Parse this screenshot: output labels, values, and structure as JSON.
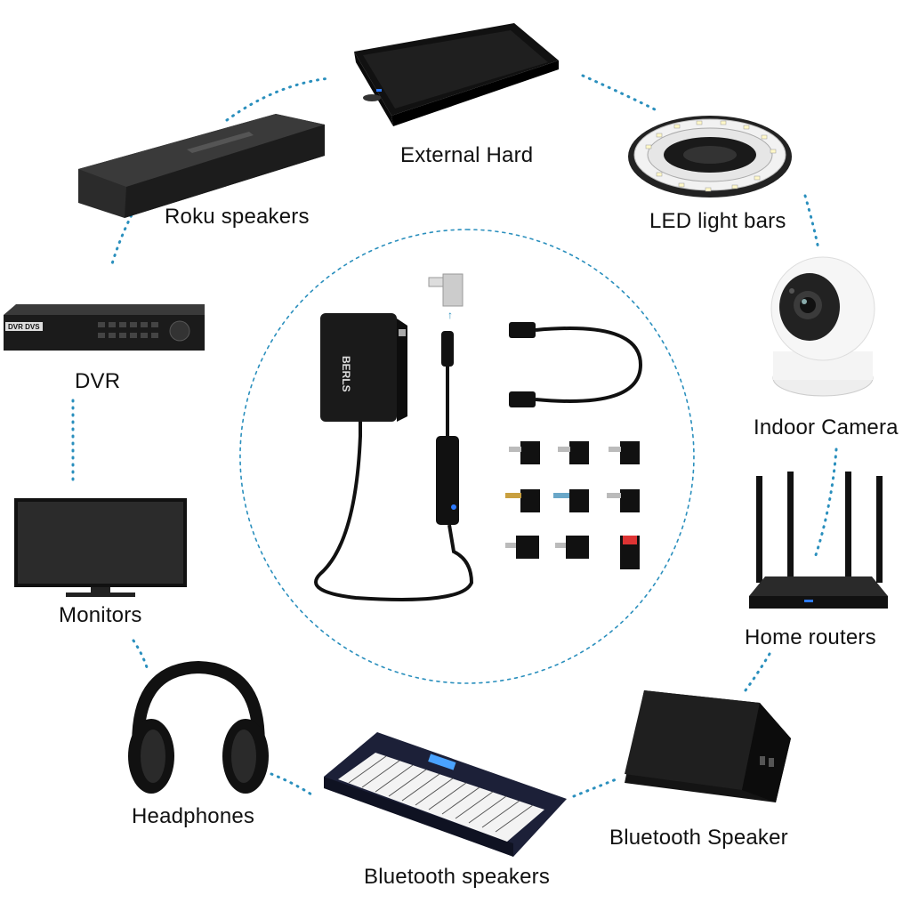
{
  "labels": {
    "external_hard": "External Hard",
    "roku_speakers": "Roku speakers",
    "led_light_bars": "LED light bars",
    "dvr": "DVR",
    "indoor_camera": "Indoor Camera",
    "monitors": "Monitors",
    "home_routers": "Home routers",
    "headphones": "Headphones",
    "bluetooth_speaker": "Bluetooth Speaker",
    "bluetooth_speakers": "Bluetooth speakers"
  },
  "adapter": {
    "brand": "BERLS"
  },
  "dvr_brand": "DVR DVS",
  "colors": {
    "connector_dots": "#2a8fbd",
    "device_dark": "#1a1a1a",
    "led_blue": "#2e7bff"
  }
}
